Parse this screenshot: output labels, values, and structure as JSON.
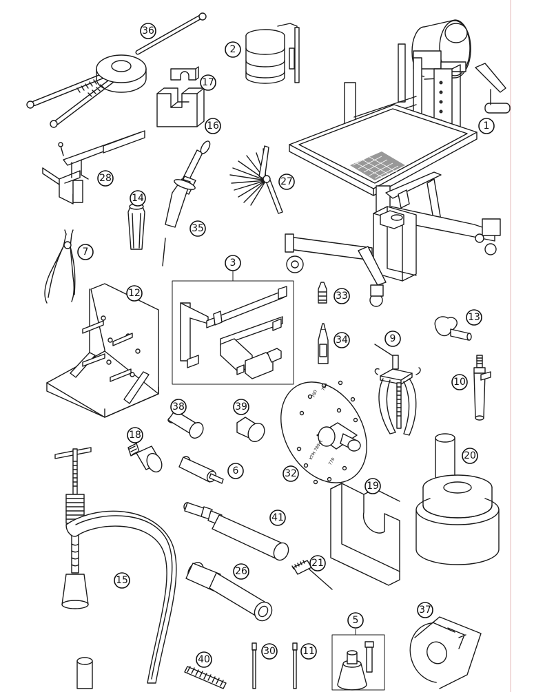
{
  "parts": [
    {
      "key": "p1",
      "number": "1"
    },
    {
      "key": "p2",
      "number": "2"
    },
    {
      "key": "p3",
      "number": "3"
    },
    {
      "key": "p5",
      "number": "5"
    },
    {
      "key": "p6",
      "number": "6"
    },
    {
      "key": "p7",
      "number": "7"
    },
    {
      "key": "p9",
      "number": "9"
    },
    {
      "key": "p10",
      "number": "10"
    },
    {
      "key": "p11",
      "number": "11"
    },
    {
      "key": "p12",
      "number": "12"
    },
    {
      "key": "p13",
      "number": "13"
    },
    {
      "key": "p14",
      "number": "14"
    },
    {
      "key": "p15",
      "number": "15"
    },
    {
      "key": "p16",
      "number": "16"
    },
    {
      "key": "p17",
      "number": "17"
    },
    {
      "key": "p18",
      "number": "18"
    },
    {
      "key": "p19",
      "number": "19"
    },
    {
      "key": "p20",
      "number": "20"
    },
    {
      "key": "p21",
      "number": "21"
    },
    {
      "key": "p26",
      "number": "26"
    },
    {
      "key": "p27",
      "number": "27"
    },
    {
      "key": "p28",
      "number": "28"
    },
    {
      "key": "p30",
      "number": "30"
    },
    {
      "key": "p32",
      "number": "32"
    },
    {
      "key": "p33",
      "number": "33"
    },
    {
      "key": "p34",
      "number": "34"
    },
    {
      "key": "p35",
      "number": "35"
    },
    {
      "key": "p36",
      "number": "36"
    },
    {
      "key": "p37",
      "number": "37"
    },
    {
      "key": "p38",
      "number": "38"
    },
    {
      "key": "p39",
      "number": "39"
    },
    {
      "key": "p40",
      "number": "40"
    },
    {
      "key": "p41",
      "number": "41"
    }
  ],
  "plate_markings": {
    "m1": "780",
    "m2": "760",
    "m3": "KTM 780cc",
    "m4": "770"
  },
  "colors": {
    "line": "#1a1a1a",
    "background": "#ffffff"
  }
}
